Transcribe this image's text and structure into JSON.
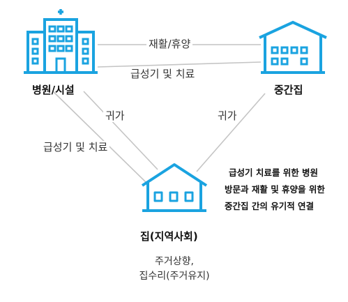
{
  "nodes": {
    "hospital": {
      "label": "병원/시설",
      "icon": "hospital-building-icon"
    },
    "intermediate": {
      "label": "중간집",
      "icon": "house-icon"
    },
    "home": {
      "label": "집(지역사회)",
      "icon": "house-icon",
      "desc_line1": "주거상향,",
      "desc_line2": "집수리(주거유지)"
    }
  },
  "edges": {
    "hospital_to_intermediate_top": "재활/휴양",
    "hospital_to_intermediate_bottom": "급성기 및 치료",
    "hospital_to_home_return": "귀가",
    "hospital_to_home_care": "급성기 및 치료",
    "intermediate_to_home_return": "귀가"
  },
  "note": {
    "line1": "급성기 치료를 위한 병원",
    "line2": "방문과 재활 및 휴양을 위한",
    "line3": "중간집 간의 유기적 연결"
  },
  "colors": {
    "icon_blue": "#1aa3e0",
    "connector_gray": "#c4c4c4"
  }
}
